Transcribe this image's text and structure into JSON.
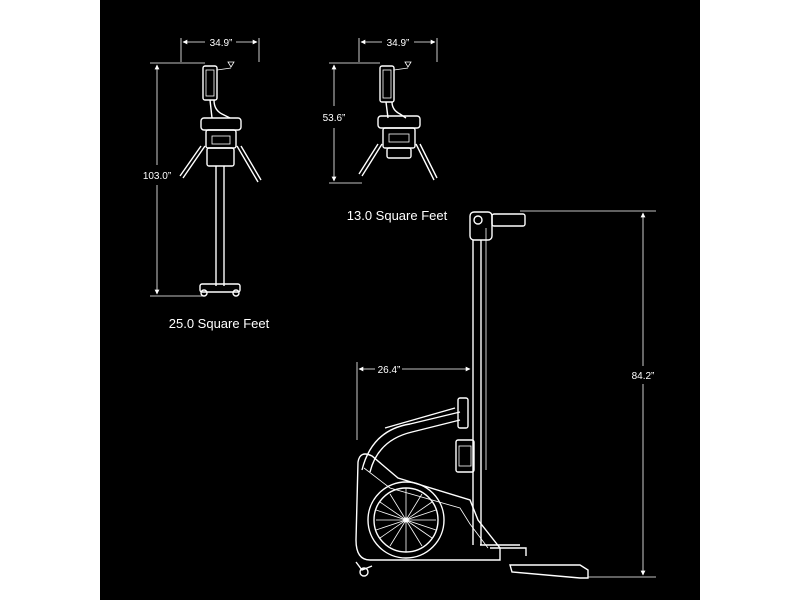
{
  "colors": {
    "background": "#000000",
    "page_margin": "#ffffff",
    "line": "#ffffff"
  },
  "views": {
    "folded_front": {
      "width_label": "34.9”",
      "height_label": "53.6”"
    },
    "unfolded_front": {
      "width_label": "34.9”",
      "height_label": "103.0”",
      "area_label": "25.0 Square Feet"
    },
    "side": {
      "depth_label": "26.4”",
      "height_label": "84.2”",
      "area_label": "13.0 Square Feet"
    }
  }
}
